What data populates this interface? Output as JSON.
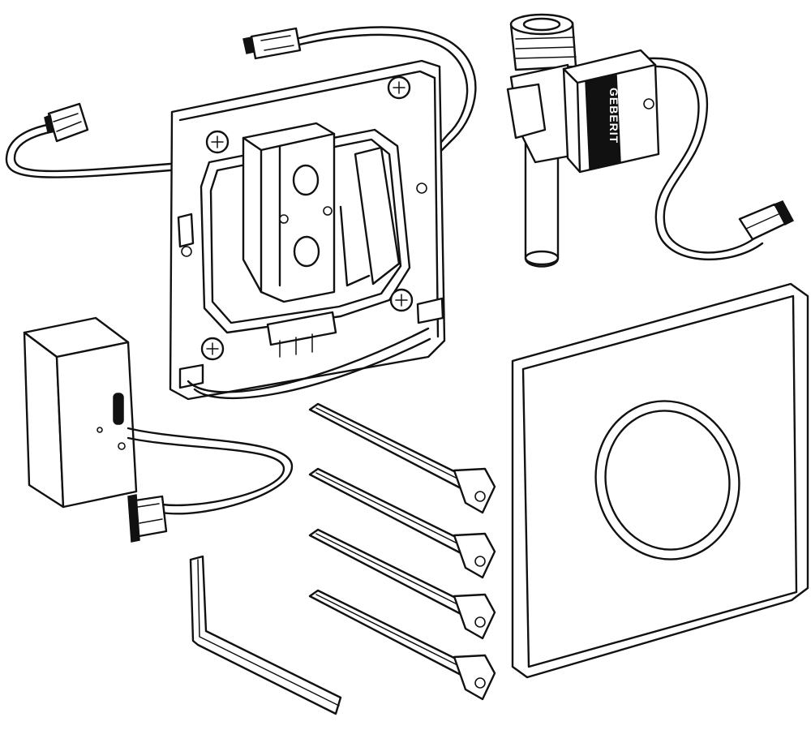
{
  "diagram": {
    "brand_label": "GEBERIT",
    "parts": [
      {
        "name": "mounting-frame"
      },
      {
        "name": "solenoid-valve"
      },
      {
        "name": "power-supply-box"
      },
      {
        "name": "cover-plate"
      },
      {
        "name": "fixing-screws",
        "count": 4
      },
      {
        "name": "hex-key"
      }
    ]
  }
}
